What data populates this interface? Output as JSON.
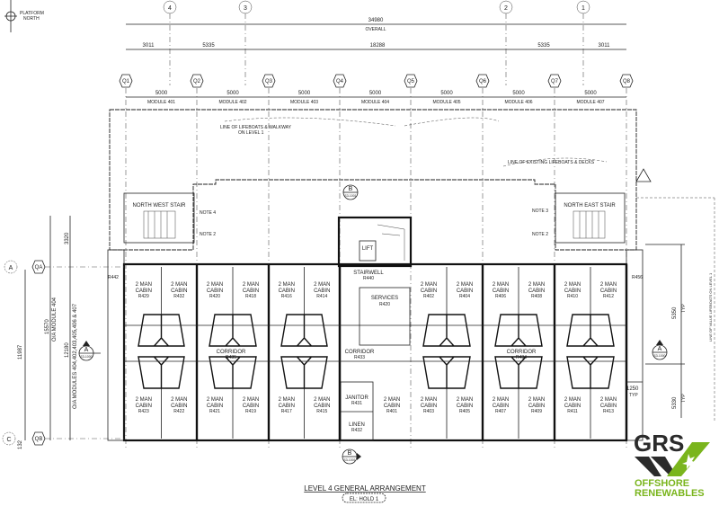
{
  "north_label": [
    "PLATFORM",
    "NORTH"
  ],
  "grid_circles": [
    "4",
    "3",
    "2",
    "1"
  ],
  "overall_dim": {
    "value": "34980",
    "label": "OVERALL"
  },
  "sub_dims": [
    "3011",
    "5335",
    "18288",
    "5335",
    "3011"
  ],
  "grid_lines": [
    "Q1",
    "Q2",
    "Q3",
    "Q4",
    "Q5",
    "Q6",
    "Q7",
    "Q8"
  ],
  "modules": [
    {
      "dim": "5000",
      "name": "MODULE 401"
    },
    {
      "dim": "5000",
      "name": "MODULE 402"
    },
    {
      "dim": "5000",
      "name": "MODULE 403"
    },
    {
      "dim": "5000",
      "name": "MODULE 404"
    },
    {
      "dim": "5000",
      "name": "MODULE 405"
    },
    {
      "dim": "5000",
      "name": "MODULE 406"
    },
    {
      "dim": "5000",
      "name": "MODULE 407"
    }
  ],
  "notes": {
    "lifeboats_1": [
      "LINE OF LIFEBOATS & WALKWAY",
      "ON LEVEL 1"
    ],
    "lifeboats_2": "LINE OF EXISTING LIFEBOATS & DECKS",
    "nw_stair": "NORTH WEST STAIR",
    "ne_stair": "NORTH EAST STAIR",
    "note4": "NOTE 4",
    "note2a": "NOTE 2",
    "note3": "NOTE 3",
    "note2b": "NOTE 2",
    "lift": "LIFT",
    "stairwell": {
      "name": "STAIRWELL",
      "no": "R440"
    },
    "services": {
      "name": "SERVICES",
      "no": "R420"
    },
    "corridor_left": {
      "name": "CORRIDOR",
      "no": "R435"
    },
    "corridor_mid": {
      "name": "CORRIDOR",
      "no": "R433"
    },
    "corridor_right": {
      "name": "CORRIDOR",
      "no": "R434"
    },
    "janitor": {
      "name": "JANITOR",
      "no": "R431"
    },
    "linen": {
      "name": "LINEN",
      "no": "R432"
    },
    "r442": "R442",
    "r456": "R456",
    "right_side_note": "LINE OF VALUE LIFEBOATS ON LEVEL 1"
  },
  "cabin_label": [
    "2 MAN",
    "CABIN"
  ],
  "cabins_top": [
    "R429",
    "R432",
    "R420",
    "R418",
    "R416",
    "R414",
    "R402",
    "R404",
    "R406",
    "R408",
    "R410",
    "R412"
  ],
  "cabins_bottom": [
    "R423",
    "R422",
    "R421",
    "R419",
    "R417",
    "R415",
    "R401",
    "R403",
    "R405",
    "R407",
    "R409",
    "R411",
    "R413"
  ],
  "left_dims": {
    "qa": "QA",
    "qb": "QB",
    "a": "A",
    "c": "C",
    "d3320": "3320",
    "d15570": "15570",
    "d12180": "12180",
    "d11987": "11987",
    "d132": "132",
    "oa_module": "O/A MODULE 404",
    "oa_modules": "O/A MODULES 404,402,403,405,406 & 407"
  },
  "right_dims": {
    "d5350": "5350",
    "typ1": "TYP",
    "d1250": "1250",
    "typ2": "TYP",
    "d5330": "5330",
    "typ3": "TYP"
  },
  "section_markers": {
    "a_letter": "A",
    "a_ref": "S3-1000",
    "b_letter": "B",
    "b_ref": "S3-1001"
  },
  "title": "LEVEL 4 GENERAL ARRANGEMENT",
  "subtitle": "EL: HOLD 1",
  "logo": {
    "mark": "GRS",
    "line1": "OFFSHORE",
    "line2": "RENEWABLES",
    "green": "#7ab51d",
    "dark": "#2b2b2b"
  }
}
